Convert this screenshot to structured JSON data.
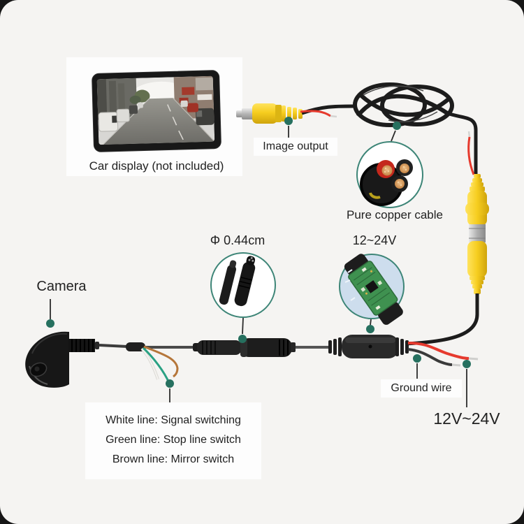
{
  "colors": {
    "accent_teal": "#26705f",
    "inset_ring_teal": "#3d8577",
    "panel_bg": "#f5f4f2",
    "rca_yellow": "#f6cd1f",
    "wire_red": "#e63a2e",
    "wire_green": "#2aa183",
    "wire_brown": "#b5763a",
    "wire_white": "#f2f1ee",
    "cable_black": "#1c1c1c"
  },
  "display": {
    "caption": "Car display (not included)"
  },
  "callouts": {
    "image_output": "Image output",
    "pure_copper_cable": "Pure copper cable",
    "voltage_range_inset": "12~24V",
    "connector_diameter": "Φ 0.44cm",
    "camera": "Camera",
    "ground_wire": "Ground wire",
    "power_voltage": "12V~24V"
  },
  "wire_legend": [
    "White line: Signal switching",
    "Green line: Stop line switch",
    "Brown line: Mirror switch"
  ]
}
